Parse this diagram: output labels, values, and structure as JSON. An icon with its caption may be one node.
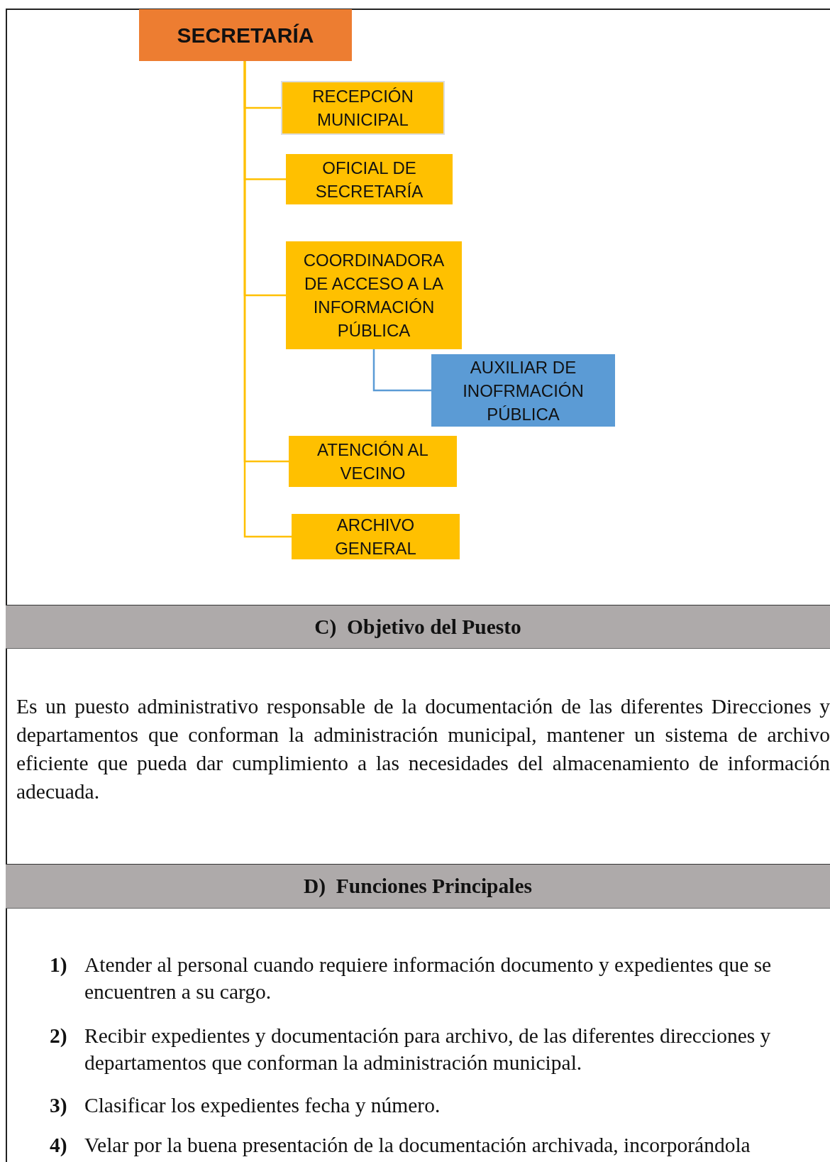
{
  "diagram": {
    "nodes": [
      {
        "text": [
          "SECRETARÍA"
        ]
      },
      {
        "text": [
          "RECEPCIÓN MUNICIPAL"
        ]
      },
      {
        "text": [
          "OFICIAL DE SECRETARÍA"
        ]
      },
      {
        "text": [
          "COORDINADORA DE ACCESO A LA INFORMACIÓN PÚBLICA"
        ]
      },
      {
        "text": [
          "AUXILIAR DE INOFRMACIÓN PÚBLICA"
        ]
      },
      {
        "text": [
          "ATENCIÓN AL VECINO"
        ]
      },
      {
        "text": [
          "ARCHIVO GENERAL"
        ]
      }
    ],
    "edges": [
      {
        "from": 0,
        "to": 1,
        "arrow": "none"
      },
      {
        "from": 0,
        "to": 2,
        "arrow": "none"
      },
      {
        "from": 0,
        "to": 3,
        "arrow": "none"
      },
      {
        "from": 3,
        "to": 4,
        "arrow": "none",
        "color": "#5b9bd5"
      },
      {
        "from": 0,
        "to": 5,
        "arrow": "none"
      },
      {
        "from": 0,
        "to": 6,
        "arrow": "none"
      }
    ],
    "labels": [
      "C)  Objetivo del Puesto",
      "Es un puesto administrativo responsable de la documentación de las diferentes Direcciones y departamentos que conforman la administración municipal, mantener un sistema de archivo eficiente que pueda dar cumplimiento a las necesidades del almacenamiento de información adecuada.",
      "D)  Funciones Principales",
      "1)",
      "Atender al personal cuando requiere información documento y expedientes que se encuentren a su cargo.",
      "2)",
      "Recibir expedientes y documentación para archivo, de las diferentes direcciones y departamentos que conforman la administración municipal.",
      "3)",
      "Clasificar los expedientes fecha y número.",
      "4)",
      "Velar por la buena presentación de la documentación archivada, incorporándola"
    ]
  }
}
